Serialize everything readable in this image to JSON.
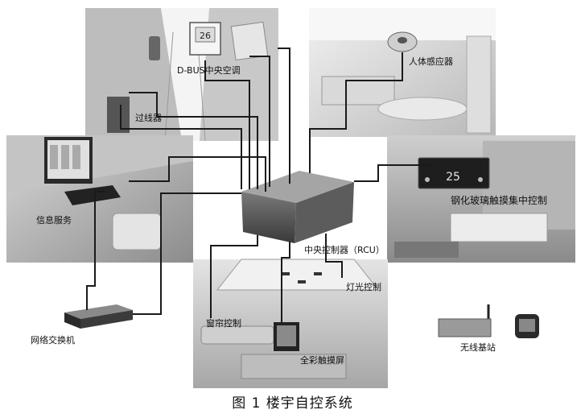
{
  "labels": {
    "dbus_ac": "D-BUS中央空调",
    "human_sensor": "人体感应器",
    "thermostat": "过线器",
    "info_service": "信息服务",
    "glass_panel": "钢化玻璃触摸集中控制",
    "central_controller": "中央控制器（RCU）",
    "light_control": "灯光控制",
    "network_switch": "网络交换机",
    "curtain_control": "窗帘控制",
    "touch_screen": "全彩触摸屏",
    "wireless_base": "无线基站"
  },
  "panel_display": {
    "ac_temp": "26",
    "glass_panel_temp": "25"
  },
  "caption": "图 1  楼宇自控系统"
}
